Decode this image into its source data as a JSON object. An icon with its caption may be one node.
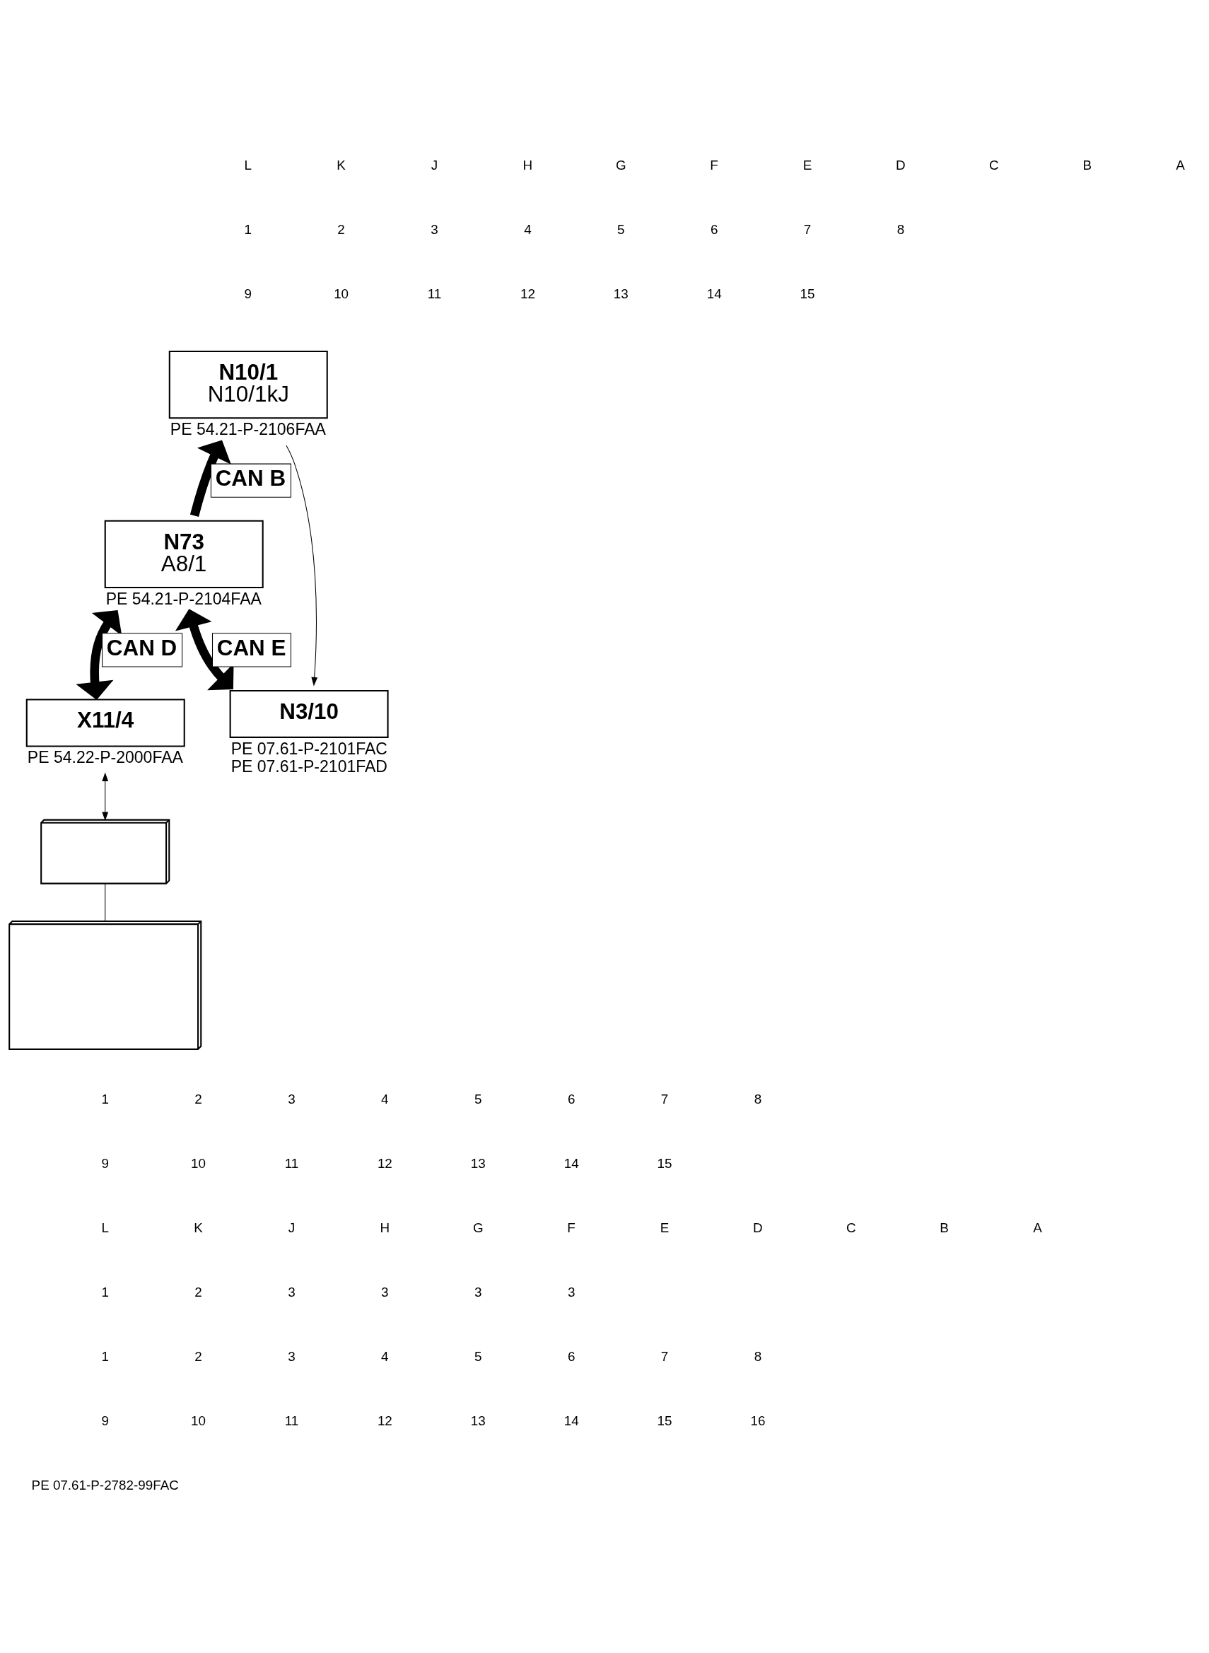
{
  "diagram": {
    "nodes": [
      {
        "text": [
          "N10/1",
          "N10/1kJ"
        ],
        "beside": [
          "PE 54.21-P-2106FAA"
        ]
      },
      {
        "text": [
          "N73",
          "A8/1"
        ],
        "beside": [
          "PE 54.21-P-2104FAA"
        ]
      },
      {
        "text": [
          "N3/10"
        ],
        "beside": [
          "PE 07.61-P-2101FAC",
          "PE 07.61-P-2101FAD"
        ]
      },
      {
        "text": [
          "X11/4"
        ],
        "beside": [
          "PE 54.22-P-2000FAA"
        ]
      },
      {
        "text": [],
        "shape": "picture"
      },
      {
        "text": [],
        "shape": "picture"
      }
    ],
    "edges": [
      {
        "from": 1,
        "to": 0,
        "arrow": "to",
        "label": "CAN B",
        "style": "thick"
      },
      {
        "from": 0,
        "to": 2,
        "arrow": "to"
      },
      {
        "from": 1,
        "to": 2,
        "arrow": "both",
        "label": "CAN E",
        "style": "thick"
      },
      {
        "from": 1,
        "to": 3,
        "arrow": "both",
        "label": "CAN D",
        "style": "thick"
      },
      {
        "from": 3,
        "to": 4,
        "arrow": "both"
      },
      {
        "from": 4,
        "to": 5,
        "arrow": "none"
      }
    ],
    "labels": [
      "L",
      "K",
      "J",
      "H",
      "G",
      "F",
      "E",
      "D",
      "C",
      "B",
      "A",
      "1",
      "2",
      "3",
      "4",
      "5",
      "6",
      "7",
      "8",
      "9",
      "10",
      "11",
      "12",
      "13",
      "14",
      "15",
      "1",
      "2",
      "3",
      "4",
      "5",
      "6",
      "7",
      "8",
      "9",
      "10",
      "11",
      "12",
      "13",
      "14",
      "15",
      "L",
      "K",
      "J",
      "H",
      "G",
      "F",
      "E",
      "D",
      "C",
      "B",
      "A",
      "1",
      "2",
      "3",
      "3",
      "3",
      "3",
      "1",
      "2",
      "3",
      "4",
      "5",
      "6",
      "7",
      "8",
      "9",
      "10",
      "11",
      "12",
      "13",
      "14",
      "15",
      "16",
      "PE 07.61-P-2782-99FAC"
    ]
  }
}
